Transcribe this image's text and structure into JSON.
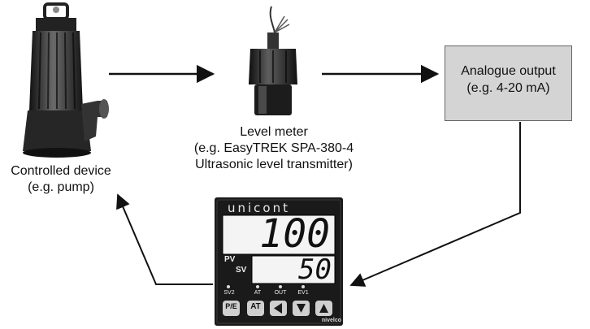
{
  "nodes": {
    "pump_label": "Controlled device\n(e.g. pump)",
    "meter_label": "Level meter\n(e.g. EasyTREK SPA-380-4\nUltrasonic level transmitter)",
    "output_label": "Analogue output\n(e.g. 4-20 mA)"
  },
  "controller": {
    "brand": "unicont",
    "pv_value": "100",
    "sv_value": "50",
    "pv_label": "PV",
    "sv_label": "SV",
    "indicators": [
      "SV2",
      "AT",
      "OUT",
      "EV1"
    ],
    "buttons": [
      "P/E",
      "AT"
    ],
    "maker": "nivelco"
  },
  "colors": {
    "box_fill": "#d4d4d4",
    "arrow": "#111111",
    "display_bg": "#f4f4f4",
    "panel_bg": "#1a1a1a"
  }
}
